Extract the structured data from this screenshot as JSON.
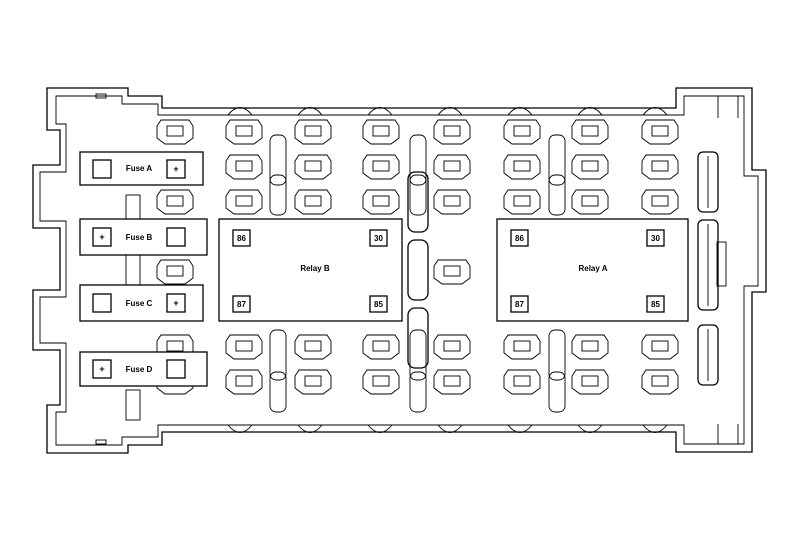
{
  "fuses": [
    {
      "label": "Fuse A",
      "symbol": "+"
    },
    {
      "label": "Fuse B",
      "symbol": "+"
    },
    {
      "label": "Fuse C",
      "symbol": "+"
    },
    {
      "label": "Fuse D",
      "symbol": "+"
    }
  ],
  "relays": [
    {
      "label": "Relay B",
      "pins": [
        "86",
        "30",
        "87",
        "85"
      ]
    },
    {
      "label": "Relay A",
      "pins": [
        "86",
        "30",
        "87",
        "85"
      ]
    }
  ]
}
